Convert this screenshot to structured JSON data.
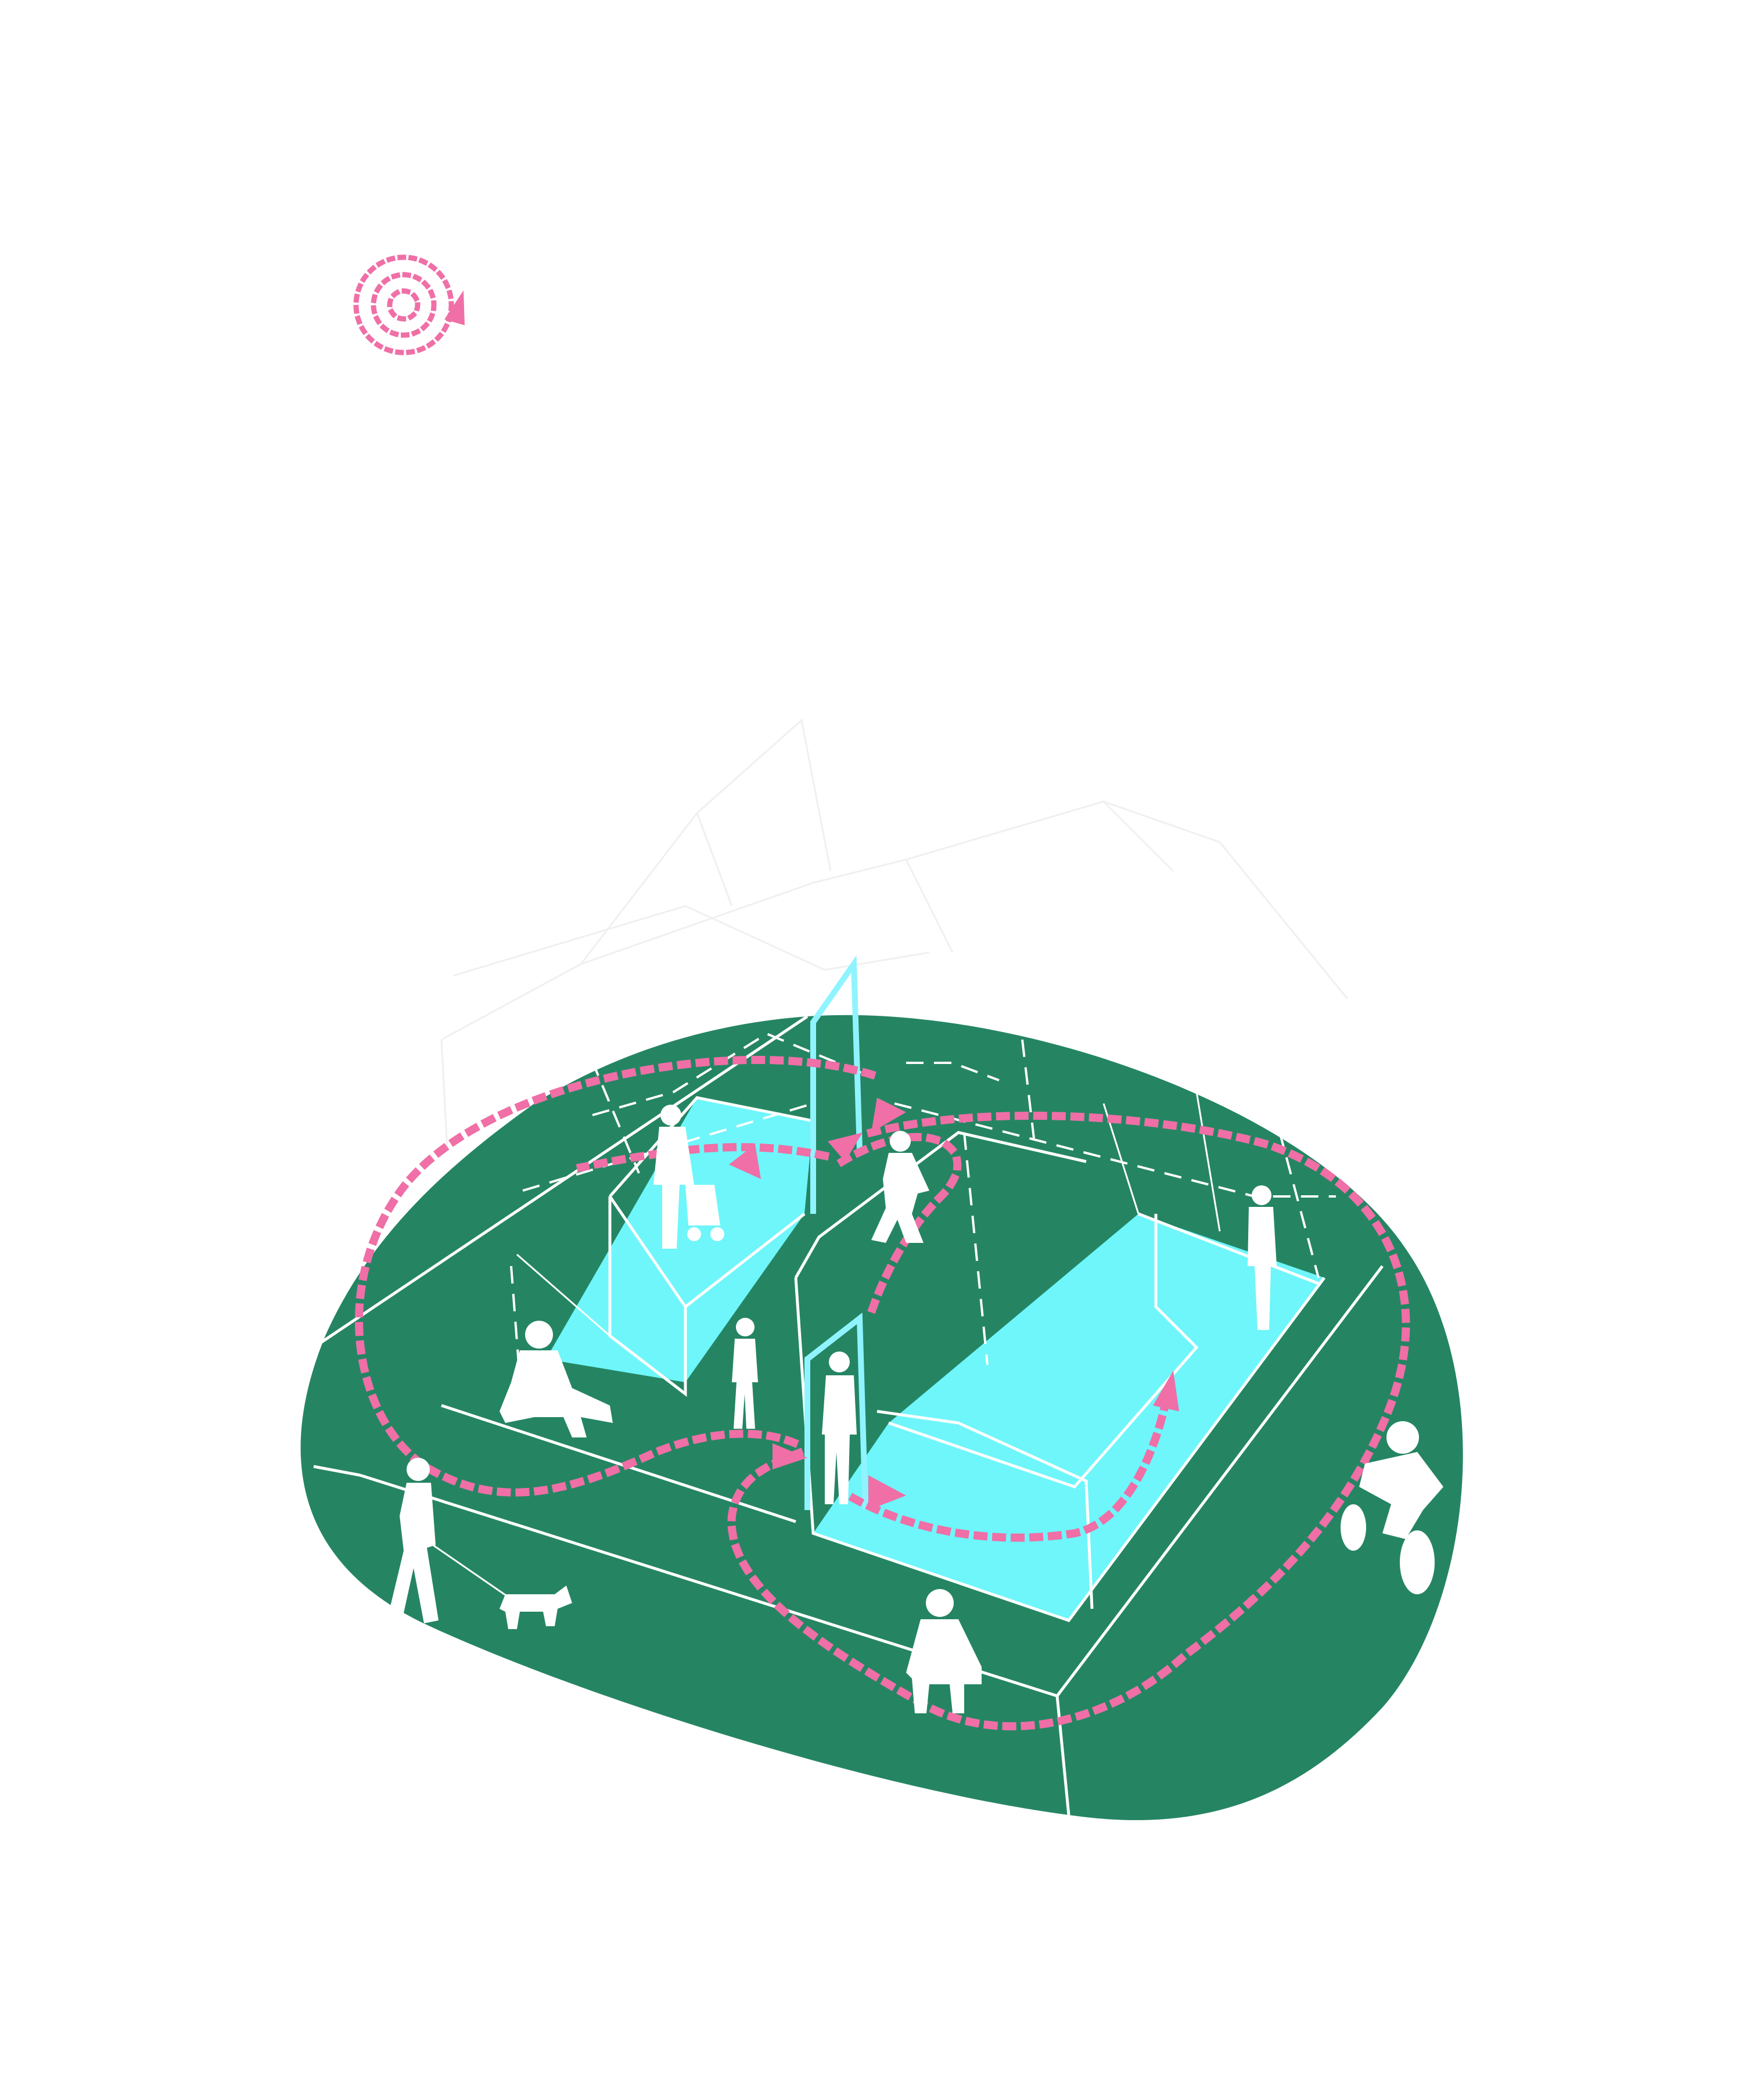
{
  "legend": {
    "icon": "dotted-spiral-arrow-icon",
    "text": "",
    "route_color": "#ef6fa6"
  },
  "colors": {
    "ground": "#258563",
    "interior_floor": "#6ef6fa",
    "glass_frame": "#8ff4ff",
    "lines": "#ffffff",
    "route": "#ef6fa6"
  },
  "figures": [
    "person-with-stroller",
    "person-walking",
    "person-standing-right-room",
    "person-sitting-left",
    "child-standing",
    "person-standing-at-door",
    "person-walking-dog",
    "dog",
    "person-sitting-front",
    "person-cycling"
  ]
}
